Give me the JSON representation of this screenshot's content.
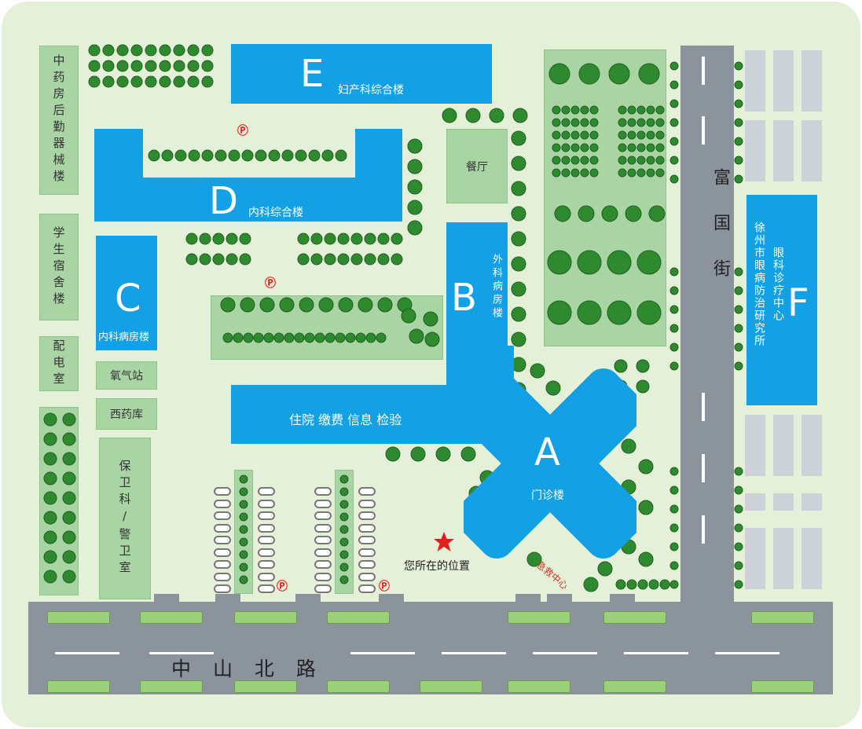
{
  "buildings": {
    "A": {
      "letter": "A",
      "name": "门诊楼"
    },
    "B": {
      "letter": "B",
      "name": "外科病房楼"
    },
    "C": {
      "letter": "C",
      "name": "内科病房楼"
    },
    "D": {
      "letter": "D",
      "name": "内科综合楼"
    },
    "E": {
      "letter": "E",
      "name": "妇产科综合楼"
    },
    "F": {
      "letter": "F",
      "name": "眼科诊疗中心",
      "subname": "徐州市眼病防治研究所"
    },
    "connector": {
      "name": "住院 缴费 信息 检验"
    }
  },
  "facilities": {
    "pharmacy_logistics": "中药房后勤器械楼",
    "dormitory": "学生宿舍楼",
    "power_room": "配电室",
    "oxygen_station": "氧气站",
    "western_pharmacy": "西药库",
    "security": "保卫科/警卫室",
    "canteen": "餐厅"
  },
  "emergency": "急救中心",
  "you_are_here": "您所在的位置",
  "parking_symbol": "Ⓟ",
  "roads": {
    "main": "中 山 北 路",
    "side": "富国街"
  },
  "colors": {
    "building": "#14a0e4",
    "grass": "#a8d5a3",
    "road": "#8b949d",
    "background": "#e5f0d9",
    "marker": "#e11d1d"
  }
}
